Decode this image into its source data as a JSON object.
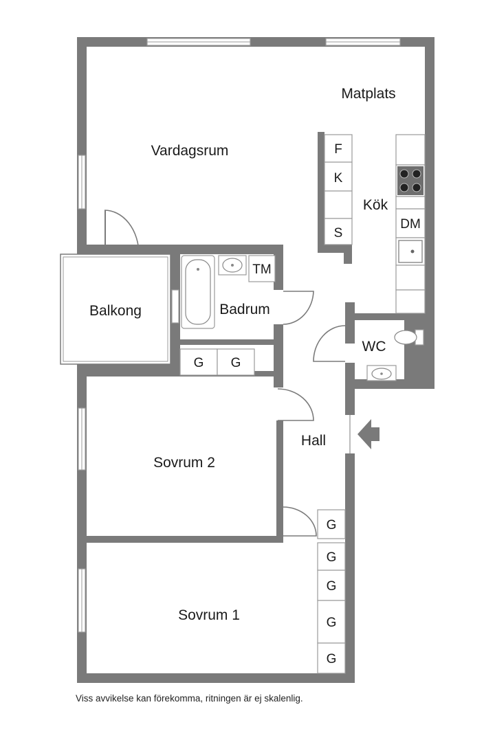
{
  "rooms": {
    "matplats": "Matplats",
    "vardagsrum": "Vardagsrum",
    "kok": "Kök",
    "balkong": "Balkong",
    "badrum": "Badrum",
    "wc": "WC",
    "hall": "Hall",
    "sovrum2": "Sovrum 2",
    "sovrum1": "Sovrum 1"
  },
  "fixtures": {
    "fridge": "F",
    "freezer": "K",
    "cabinet_s": "S",
    "dishwasher": "DM",
    "washing_machine": "TM",
    "wardrobe": "G"
  },
  "colors": {
    "wall": "#7a7a7a",
    "background": "#ffffff"
  },
  "icons": {
    "entrance": "entrance-arrow-icon"
  },
  "disclaimer": "Viss avvikelse kan förekomma, ritningen är ej skalenlig."
}
